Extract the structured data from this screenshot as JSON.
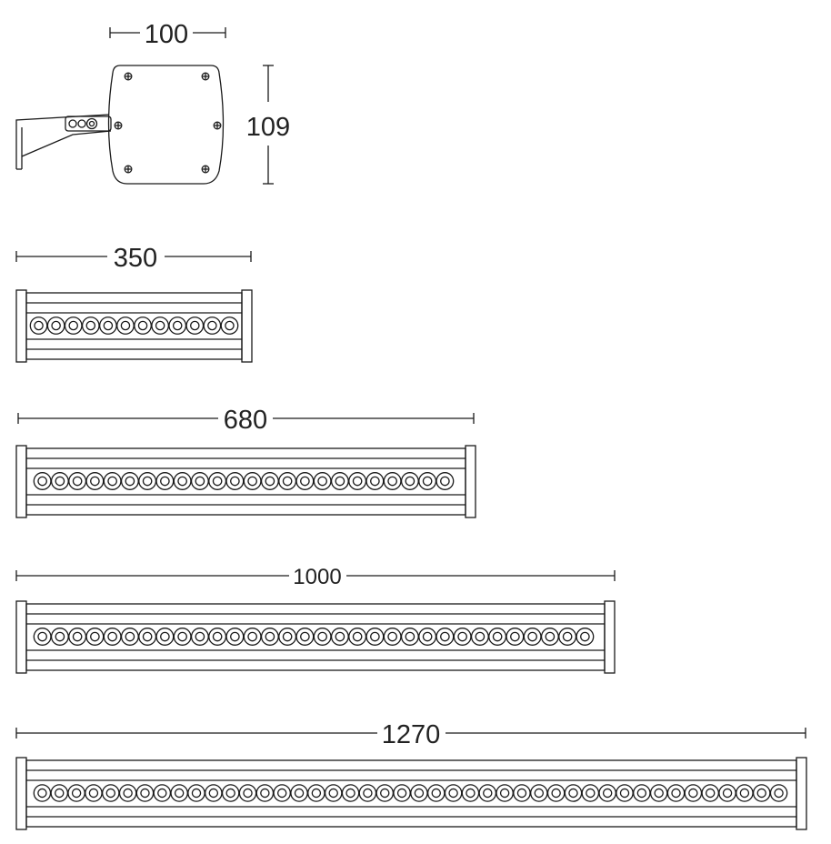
{
  "colors": {
    "line": "#1a1a1a",
    "text": "#222222",
    "background": "#ffffff"
  },
  "side_view": {
    "width_label": "100",
    "height_label": "109"
  },
  "fixtures": [
    {
      "length_label": "350",
      "led_count": 12
    },
    {
      "length_label": "680",
      "led_count": 24
    },
    {
      "length_label": "1000",
      "led_count": 32
    },
    {
      "length_label": "1270",
      "led_count": 44
    }
  ]
}
